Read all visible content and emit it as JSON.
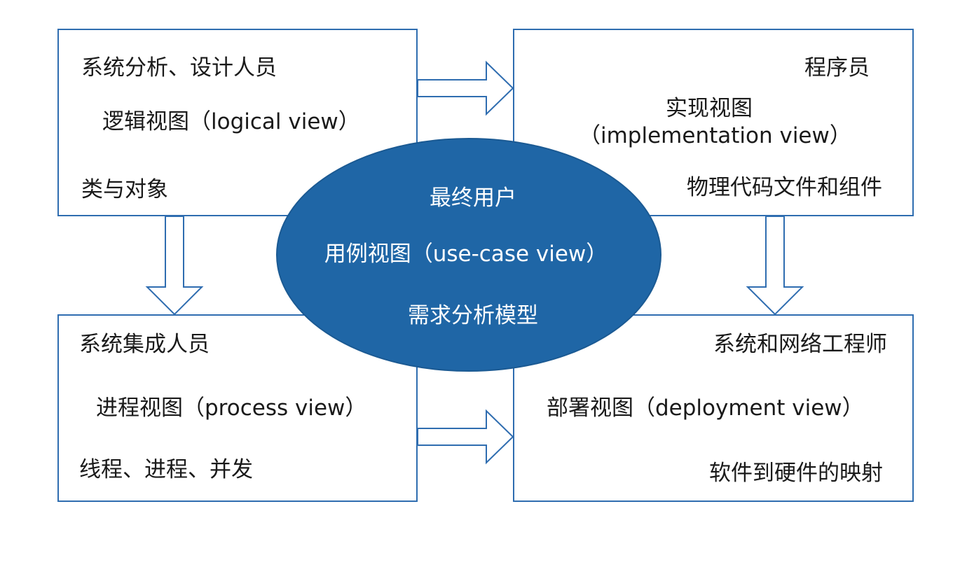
{
  "logical": {
    "role": "系统分析、设计人员",
    "view": "逻辑视图（logical view）",
    "detail": "类与对象"
  },
  "implementation": {
    "role": "程序员",
    "view_line1": "实现视图",
    "view_line2": "（implementation view）",
    "detail": "物理代码文件和组件"
  },
  "process": {
    "role": "系统集成人员",
    "view": "进程视图（process view）",
    "detail": "线程、进程、并发"
  },
  "deployment": {
    "role": "系统和网络工程师",
    "view": "部署视图（deployment view）",
    "detail": "软件到硬件的映射"
  },
  "usecase": {
    "role": "最终用户",
    "view": "用例视图（use-case view）",
    "detail": "需求分析模型"
  },
  "colors": {
    "box_border": "#2f6db0",
    "ellipse_fill": "#1f66a6",
    "arrow_stroke": "#2f6db0"
  }
}
